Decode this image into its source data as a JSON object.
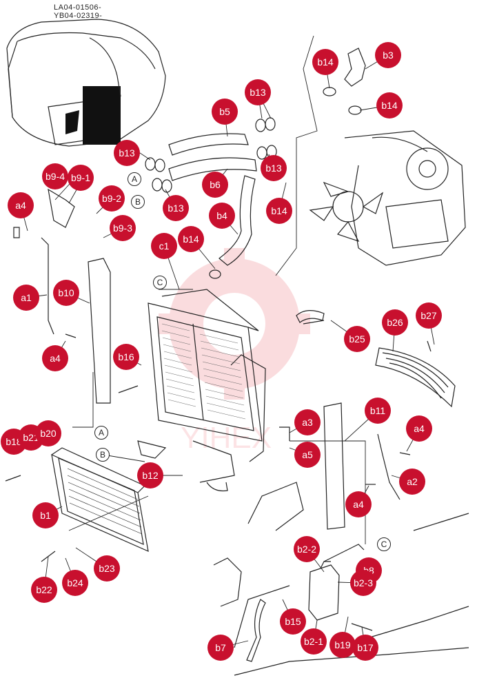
{
  "serials": [
    "LA04-01506-",
    "YB04-02319-"
  ],
  "watermark": "YIHEX",
  "accent_color": "#c8102e",
  "callouts": {
    "b14a": "b14",
    "b3": "b3",
    "b13a": "b13",
    "b14b": "b14",
    "b5": "b5",
    "b13b": "b13",
    "b13c": "b13",
    "b6": "b6",
    "b13d": "b13",
    "b14c": "b14",
    "b4": "b4",
    "b9_4": "b9-4",
    "b9_1": "b9-1",
    "a4a": "a4",
    "b9_2": "b9-2",
    "b9_3": "b9-3",
    "b14d": "b14",
    "c1": "c1",
    "a1": "a1",
    "b10": "b10",
    "a4b": "a4",
    "b16": "b16",
    "b25": "b25",
    "b26": "b26",
    "b27": "b27",
    "b11": "b11",
    "a3": "a3",
    "a4c": "a4",
    "a5": "a5",
    "a2": "a2",
    "a4d": "a4",
    "b18": "b18",
    "b21": "b21",
    "b20": "b20",
    "b12": "b12",
    "b1": "b1",
    "b2_2": "b2-2",
    "b8": "b8",
    "b2_3": "b2-3",
    "b23": "b23",
    "b22": "b22",
    "b24": "b24",
    "b15": "b15",
    "b2_1": "b2-1",
    "b19": "b19",
    "b17": "b17",
    "b7": "b7"
  },
  "markers": {
    "A1": "A",
    "B1": "B",
    "C1": "C",
    "A2": "A",
    "B2": "B",
    "C2": "C"
  }
}
